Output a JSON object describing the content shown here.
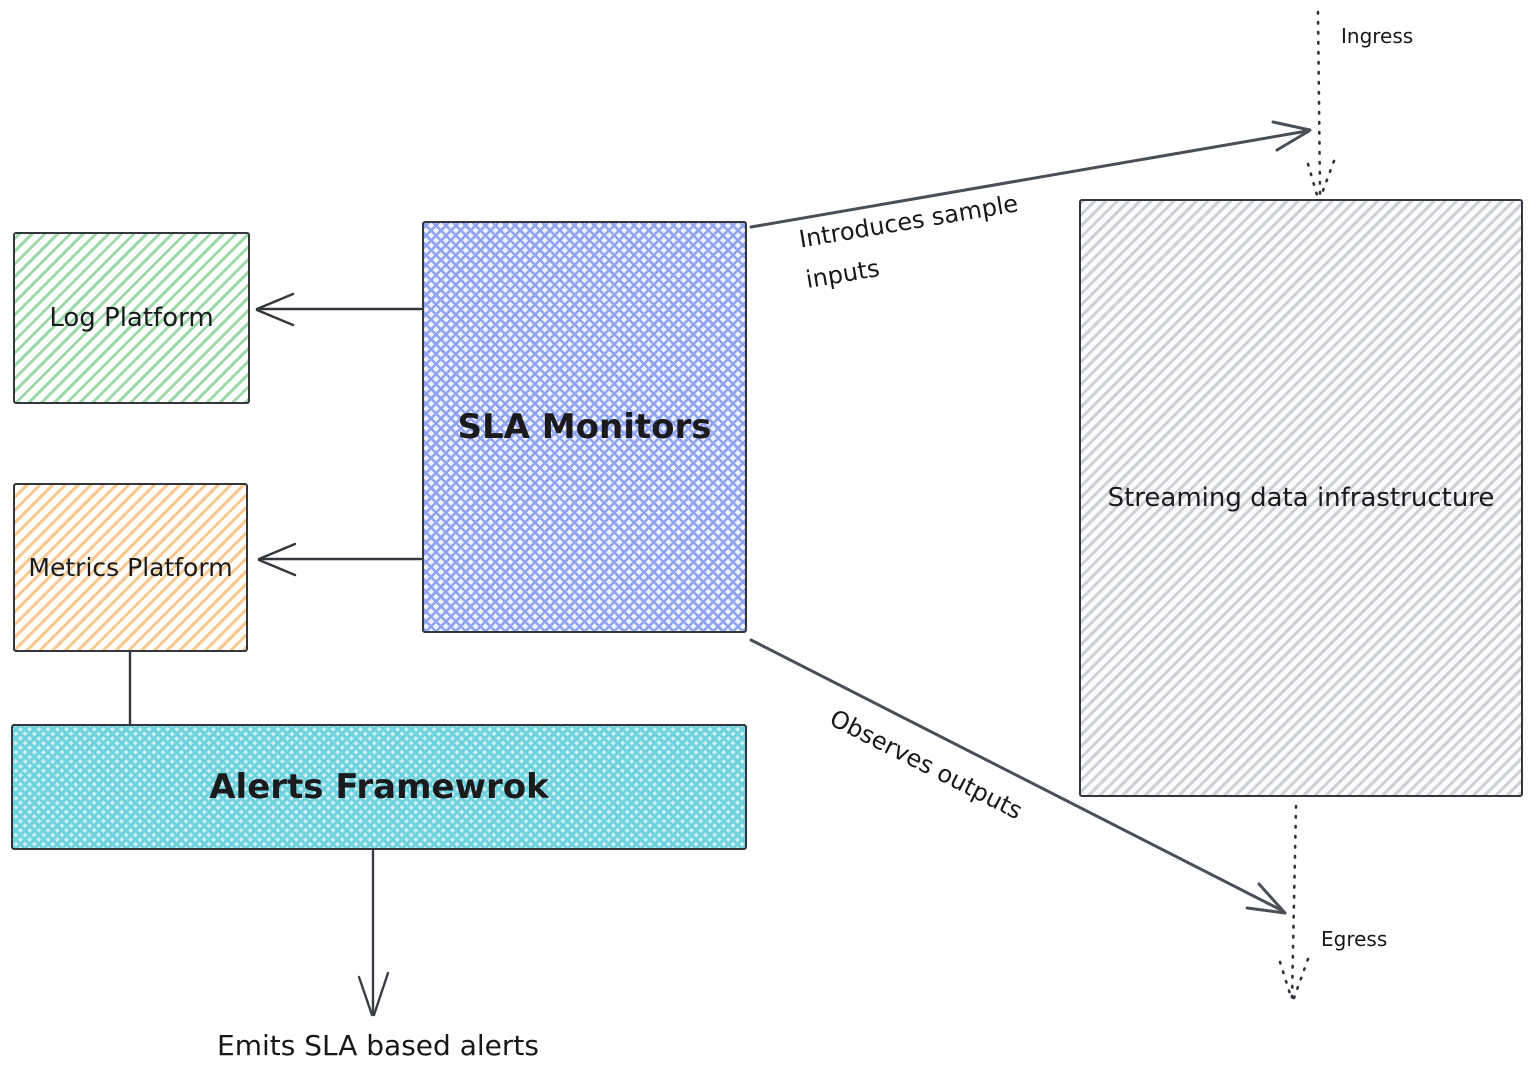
{
  "nodes": {
    "log_platform": {
      "label": "Log Platform",
      "fill": "#b2f2bb",
      "fill_style": "hachure",
      "stroke": "#343a40"
    },
    "metrics_platform": {
      "label": "Metrics Platform",
      "fill": "#ffd8a8",
      "fill_style": "hachure",
      "stroke": "#343a40"
    },
    "alerts_framework": {
      "label": "Alerts Framewrok",
      "fill": "#99e9f2",
      "fill_style": "cross-hatch",
      "stroke": "#343a40"
    },
    "sla_monitors": {
      "label": "SLA Monitors",
      "fill": "#a5b4fc",
      "fill_style": "cross-hatch",
      "stroke": "#343a40"
    },
    "streaming_infra": {
      "label": "Streaming data infrastructure",
      "fill": "#e9ecef",
      "fill_style": "hachure",
      "stroke": "#343a40"
    }
  },
  "edges": {
    "sla_to_log": {
      "label": "",
      "style": "solid-arrow"
    },
    "sla_to_metrics": {
      "label": "",
      "style": "solid-arrow"
    },
    "metrics_to_alerts": {
      "label": "",
      "style": "solid-line"
    },
    "alerts_down": {
      "label": "Emits SLA based alerts",
      "style": "solid-arrow"
    },
    "introduces": {
      "label": "Introduces sample inputs",
      "style": "solid-arrow"
    },
    "observes": {
      "label": "Observes outputs",
      "style": "solid-arrow"
    },
    "ingress": {
      "label": "Ingress",
      "style": "dotted-arrow"
    },
    "egress": {
      "label": "Egress",
      "style": "dotted-arrow"
    }
  },
  "palette": {
    "arrow_stroke": "#44494f",
    "text": "#1e1e1e",
    "background": "#ffffff"
  }
}
